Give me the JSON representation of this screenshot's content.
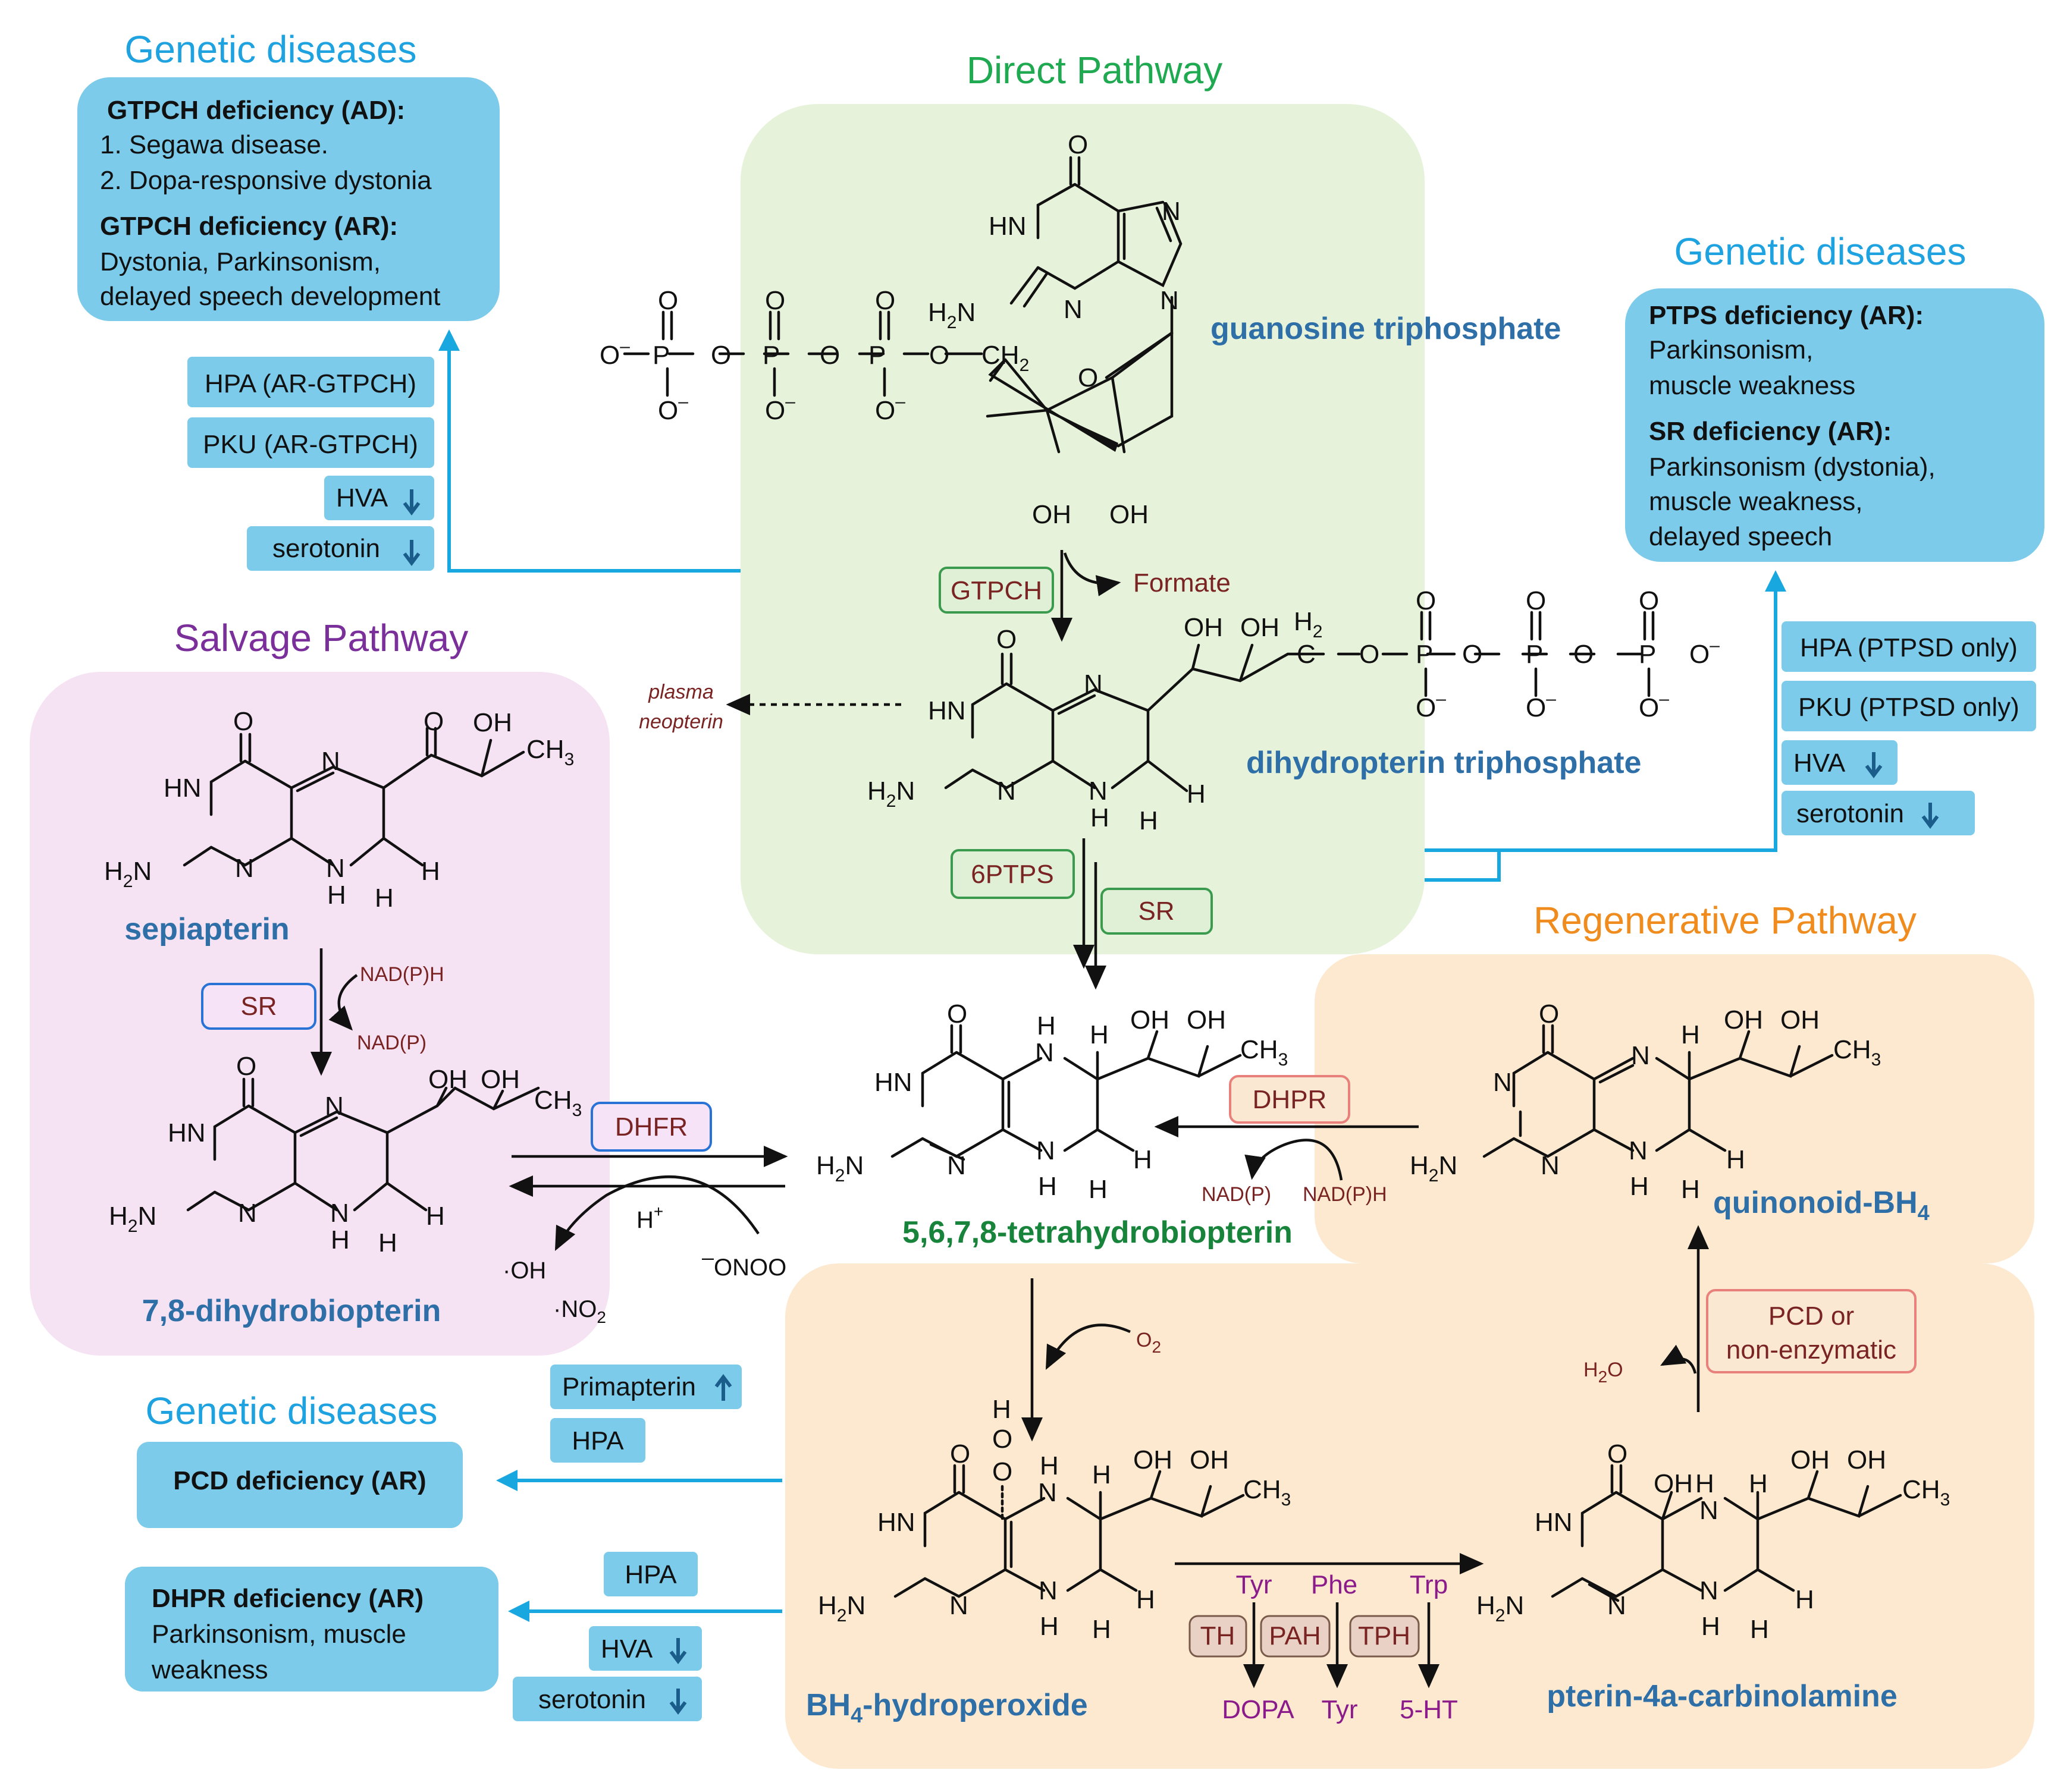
{
  "sections": {
    "direct_title": "Direct Pathway",
    "salvage_title": "Salvage Pathway",
    "regenerative_title": "Regenerative Pathway"
  },
  "genetic_diseases": {
    "heading": "Genetic diseases",
    "gtpch": {
      "ad_title": "GTPCH deficiency (AD):",
      "ad_item1": "1. Segawa disease.",
      "ad_item2": "2. Dopa-responsive dystonia",
      "ar_title": "GTPCH deficiency (AR):",
      "ar_line1": "Dystonia, Parkinsonism,",
      "ar_line2": "delayed speech development",
      "tags": [
        "HPA (AR-GTPCH)",
        "PKU (AR-GTPCH)",
        "HVA",
        "serotonin"
      ]
    },
    "ptps": {
      "ptps_title": "PTPS deficiency (AR):",
      "ptps_line1": "Parkinsonism,",
      "ptps_line2": "muscle weakness",
      "sr_title": "SR deficiency (AR):",
      "sr_line1": "Parkinsonism (dystonia),",
      "sr_line2": "muscle weakness,",
      "sr_line3": "delayed speech",
      "tags": [
        "HPA (PTPSD only)",
        "PKU (PTPSD only)",
        "HVA",
        "serotonin"
      ]
    },
    "pcd": {
      "title": "PCD deficiency (AR)",
      "tags": [
        "Primapterin",
        "HPA"
      ]
    },
    "dhpr": {
      "title": "DHPR deficiency (AR)",
      "line1": "Parkinsonism, muscle",
      "line2": "weakness",
      "tags": [
        "HPA",
        "HVA",
        "serotonin"
      ]
    }
  },
  "molecules": {
    "gtp": "guanosine triphosphate",
    "dhnp": "dihydropterin triphosphate",
    "sepiapterin": "sepiapterin",
    "dhb": "7,8-dihydrobiopterin",
    "bh4": "5,6,7,8-tetrahydrobiopterin",
    "qbh4": "quinonoid-BH",
    "qbh4_sub": "4",
    "bh4oo": "BH",
    "bh4oo_sub": "4",
    "bh4oo_tail": "-hydroperoxide",
    "carbinol": "pterin-4a-carbinolamine"
  },
  "enzymes": {
    "gtpch": "GTPCH",
    "ptps": "6PTPS",
    "sr1": "SR",
    "sr2": "SR",
    "dhfr": "DHFR",
    "dhpr": "DHPR",
    "pcd_line1": "PCD or",
    "pcd_line2": "non-enzymatic",
    "th": "TH",
    "pah": "PAH",
    "tph": "TPH"
  },
  "cofactors": {
    "formate": "Formate",
    "neopterin_1": "plasma",
    "neopterin_2": "neopterin",
    "nadph": "NAD(P)H",
    "nadp": "NAD(P)",
    "dhpr_nadp": "NAD(P)",
    "dhpr_nadph": "NAD(P)H",
    "h_plus": "H",
    "oh_rad": "·OH",
    "no2_rad": "·NO",
    "onoo": "ONOO",
    "o2": "O",
    "h2o": "H",
    "h2o_tail": "O"
  },
  "aromatic": {
    "tyr": "Tyr",
    "phe": "Phe",
    "trp": "Trp",
    "dopa": "DOPA",
    "tyr_out": "Tyr",
    "ht": "5-HT"
  },
  "colors": {
    "disease_box": "#7ccbea",
    "direct_bg": "#e6f2d9",
    "salvage_bg": "#f5e3f3",
    "regen_bg": "#fde9cf",
    "arrow_blue": "#19a7e0",
    "mol_label": "#2f6fa8",
    "bh4_label": "#18843b"
  }
}
